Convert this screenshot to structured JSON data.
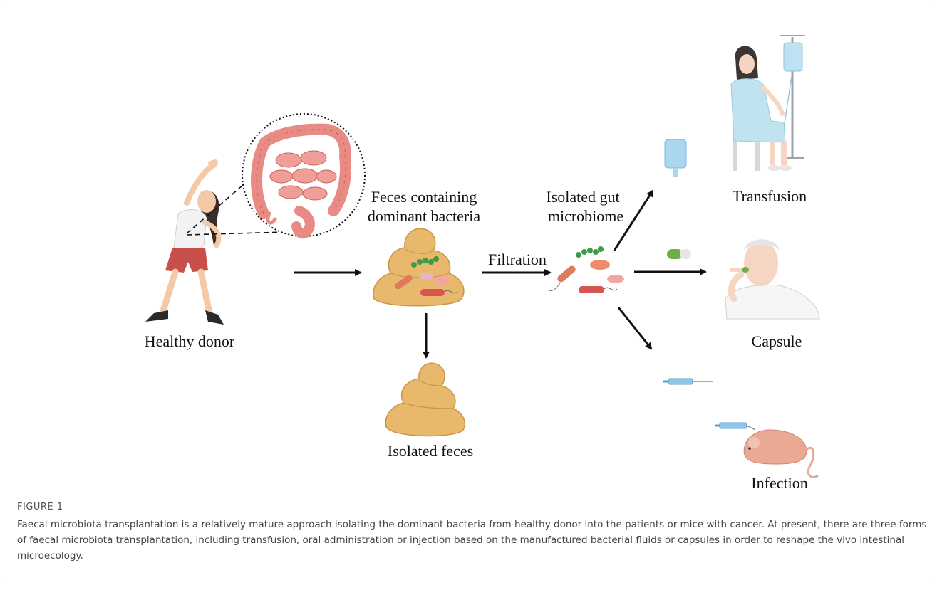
{
  "labels": {
    "healthy_donor": "Healthy donor",
    "feces_line1": "Feces containing",
    "feces_line2": "dominant bacteria",
    "filtration": "Filtration",
    "gut_line1": "Isolated gut",
    "gut_line2": "microbiome",
    "isolated_feces": "Isolated feces",
    "transfusion": "Transfusion",
    "capsule": "Capsule",
    "infection": "Infection"
  },
  "caption": {
    "figure_number": "FIGURE 1",
    "text": "Faecal microbiota transplantation is a relatively mature approach isolating the dominant bacteria from healthy donor into the patients or mice with cancer. At present, there are three forms of faecal microbiota transplantation, including transfusion, oral administration or injection based on the manufactured bacterial fluids or capsules in order to reshape the vivo intestinal microecology."
  },
  "colors": {
    "intestine": "#e88b84",
    "feces": "#e8b86d",
    "bacteria_green": "#3f9a4a",
    "iv_blue": "#a9d7ee",
    "mouse": "#e9a995"
  }
}
